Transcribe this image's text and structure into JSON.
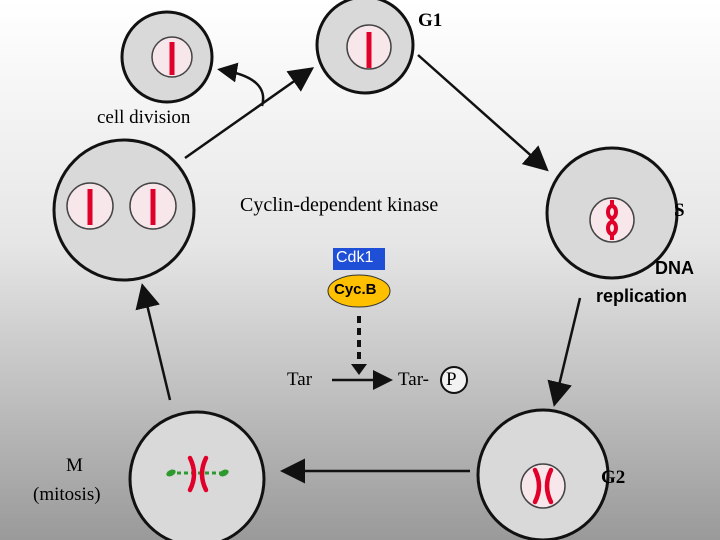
{
  "labels": {
    "g1": "G1",
    "cell_division": "cell division",
    "cyclin_dependent_kinase": "Cyclin-dependent kinase",
    "s": "S",
    "dna": "DNA",
    "replication": "replication",
    "cdk1": "Cdk1",
    "cycb": "Cyc.B",
    "tar": "Tar",
    "tar_p": "Tar-",
    "p": "P",
    "m": "M",
    "mitosis": "(mitosis)",
    "g2": "G2"
  },
  "colors": {
    "chromosome": "#e0002a",
    "cell_fill": "#d9d9d9",
    "nucleus_fill": "#f7e6ea",
    "cdk1_bg": "#1f4fd6",
    "cycb_bg": "#ffc000",
    "spindle": "#2e9a2e"
  }
}
